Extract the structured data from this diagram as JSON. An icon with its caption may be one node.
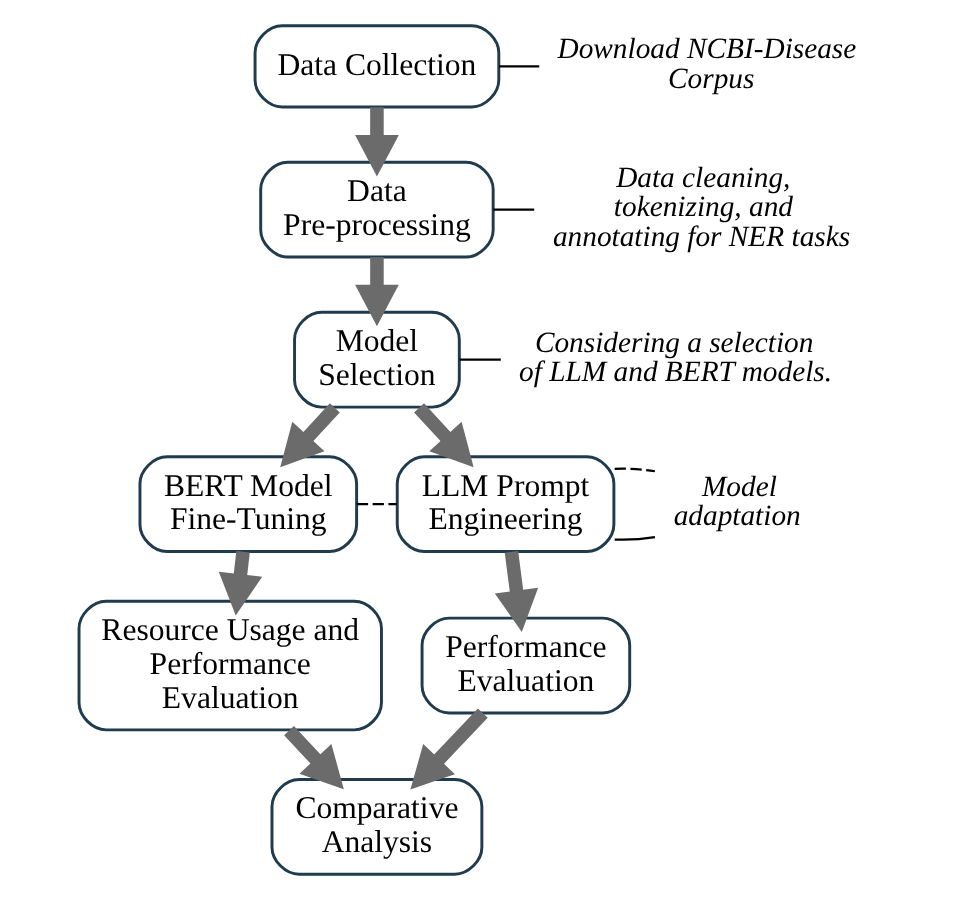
{
  "diagram": {
    "nodes": [
      {
        "text": [
          "Data Collection"
        ]
      },
      {
        "text": [
          "Download NCBI-Disease Corpus"
        ]
      },
      {
        "text": [
          "Data Pre-processing"
        ]
      },
      {
        "text": [
          "Data cleaning, tokenizing, and annotating for NER tasks"
        ]
      },
      {
        "text": [
          "Model Selection"
        ]
      },
      {
        "text": [
          "Considering a selection of LLM and BERT models."
        ]
      },
      {
        "text": [
          "BERT Model Fine-Tuning"
        ]
      },
      {
        "text": [
          "LLM Prompt Engineering"
        ]
      },
      {
        "text": [
          "Model adaptation"
        ]
      },
      {
        "text": [
          "Resource Usage and Performance Evaluation"
        ]
      },
      {
        "text": [
          "Performance Evaluation"
        ]
      },
      {
        "text": [
          "Comparative Analysis"
        ]
      }
    ],
    "edges": [
      {
        "from": 0,
        "to": 2,
        "arrow": "to"
      },
      {
        "from": 2,
        "to": 4,
        "arrow": "to"
      },
      {
        "from": 4,
        "to": 6,
        "arrow": "to"
      },
      {
        "from": 4,
        "to": 7,
        "arrow": "to"
      },
      {
        "from": 6,
        "to": 9,
        "arrow": "to"
      },
      {
        "from": 7,
        "to": 10,
        "arrow": "to"
      },
      {
        "from": 9,
        "to": 11,
        "arrow": "to"
      },
      {
        "from": 10,
        "to": 11,
        "arrow": "to"
      },
      {
        "from": 6,
        "to": 7,
        "arrow": "none",
        "style": "dashed",
        "color": "#000000"
      },
      {
        "from": 0,
        "to": 1,
        "arrow": "none",
        "color": "#000000"
      },
      {
        "from": 2,
        "to": 3,
        "arrow": "none",
        "color": "#000000"
      },
      {
        "from": 4,
        "to": 5,
        "arrow": "none",
        "color": "#000000"
      },
      {
        "from": 7,
        "to": 8,
        "arrow": "none",
        "color": "#000000"
      },
      {
        "from": 7,
        "to": 8,
        "arrow": "none",
        "style": "dashed",
        "color": "#000000"
      }
    ]
  }
}
